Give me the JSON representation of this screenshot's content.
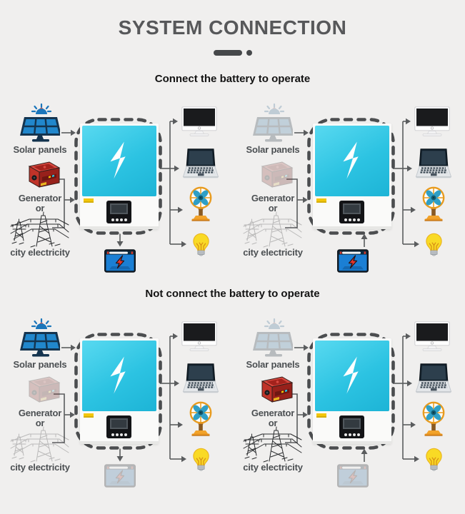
{
  "header": {
    "title": "SYSTEM CONNECTION"
  },
  "sections": [
    {
      "heading": "Connect the battery to operate"
    },
    {
      "heading": "Not connect the battery to operate"
    }
  ],
  "labels": {
    "solar": "Solar panels",
    "generator": "Generator",
    "or": "or",
    "city": "city electricity"
  },
  "colors": {
    "background": "#f0efee",
    "inverter_cyan": "#2cc3e2",
    "battery_blue": "#1b7fd4",
    "bolt_red": "#e8352b",
    "bulb_yellow": "#f9da25",
    "fan_orange": "#e89b1e",
    "generator_red": "#c03329",
    "solar_blue": "#1b76bb",
    "line_gray": "#5a5c5e"
  },
  "diagrams": [
    {
      "id": "battery-connected-all-sources-charging",
      "section": 0,
      "solar_active": true,
      "generator_active": true,
      "city_active": true,
      "battery_active": true,
      "battery_flow": "to-battery"
    },
    {
      "id": "battery-connected-battery-powering",
      "section": 0,
      "solar_active": false,
      "generator_active": false,
      "city_active": false,
      "battery_active": true,
      "battery_flow": "to-inverter"
    },
    {
      "id": "no-battery-solar-input",
      "section": 1,
      "solar_active": true,
      "generator_active": false,
      "city_active": false,
      "battery_active": false,
      "battery_flow": "to-battery"
    },
    {
      "id": "no-battery-generator-grid-input",
      "section": 1,
      "solar_active": false,
      "generator_active": true,
      "city_active": true,
      "battery_active": false,
      "battery_flow": "to-inverter"
    }
  ]
}
